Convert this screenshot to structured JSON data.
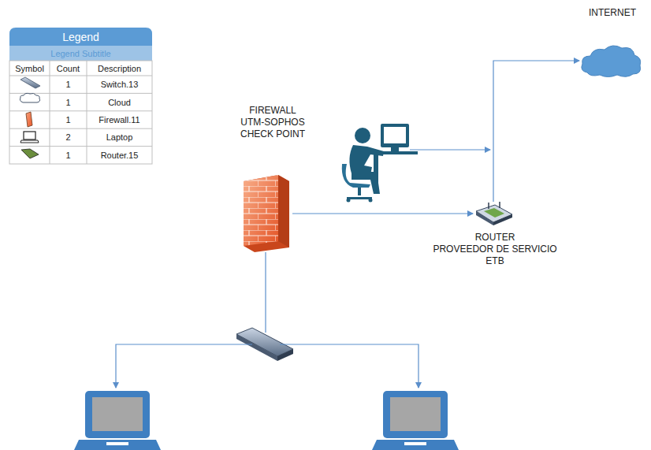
{
  "diagram": {
    "nodes": [
      {
        "text": [
          "INTERNET"
        ]
      },
      {
        "text": [
          "FIREWALL UTM-SOPHOS CHECK POINT"
        ]
      },
      {
        "text": [
          "ROUTER PROVEEDOR DE SERVICIO ETB"
        ]
      }
    ],
    "edges": [
      {
        "from": 1,
        "to": 2,
        "arrow": "to"
      },
      {
        "from": 2,
        "to": 0,
        "arrow": "to"
      }
    ],
    "labels": [
      "Legend",
      "Legend Subtitle",
      "Symbol",
      "Count",
      "Description",
      "1",
      "1",
      "1",
      "2",
      "1"
    ],
    "legend": [
      {
        "text": "Switch.13"
      },
      {
        "text": "Cloud"
      },
      {
        "text": "Firewall.11"
      },
      {
        "text": "Laptop"
      },
      {
        "text": "Router.15"
      }
    ]
  }
}
